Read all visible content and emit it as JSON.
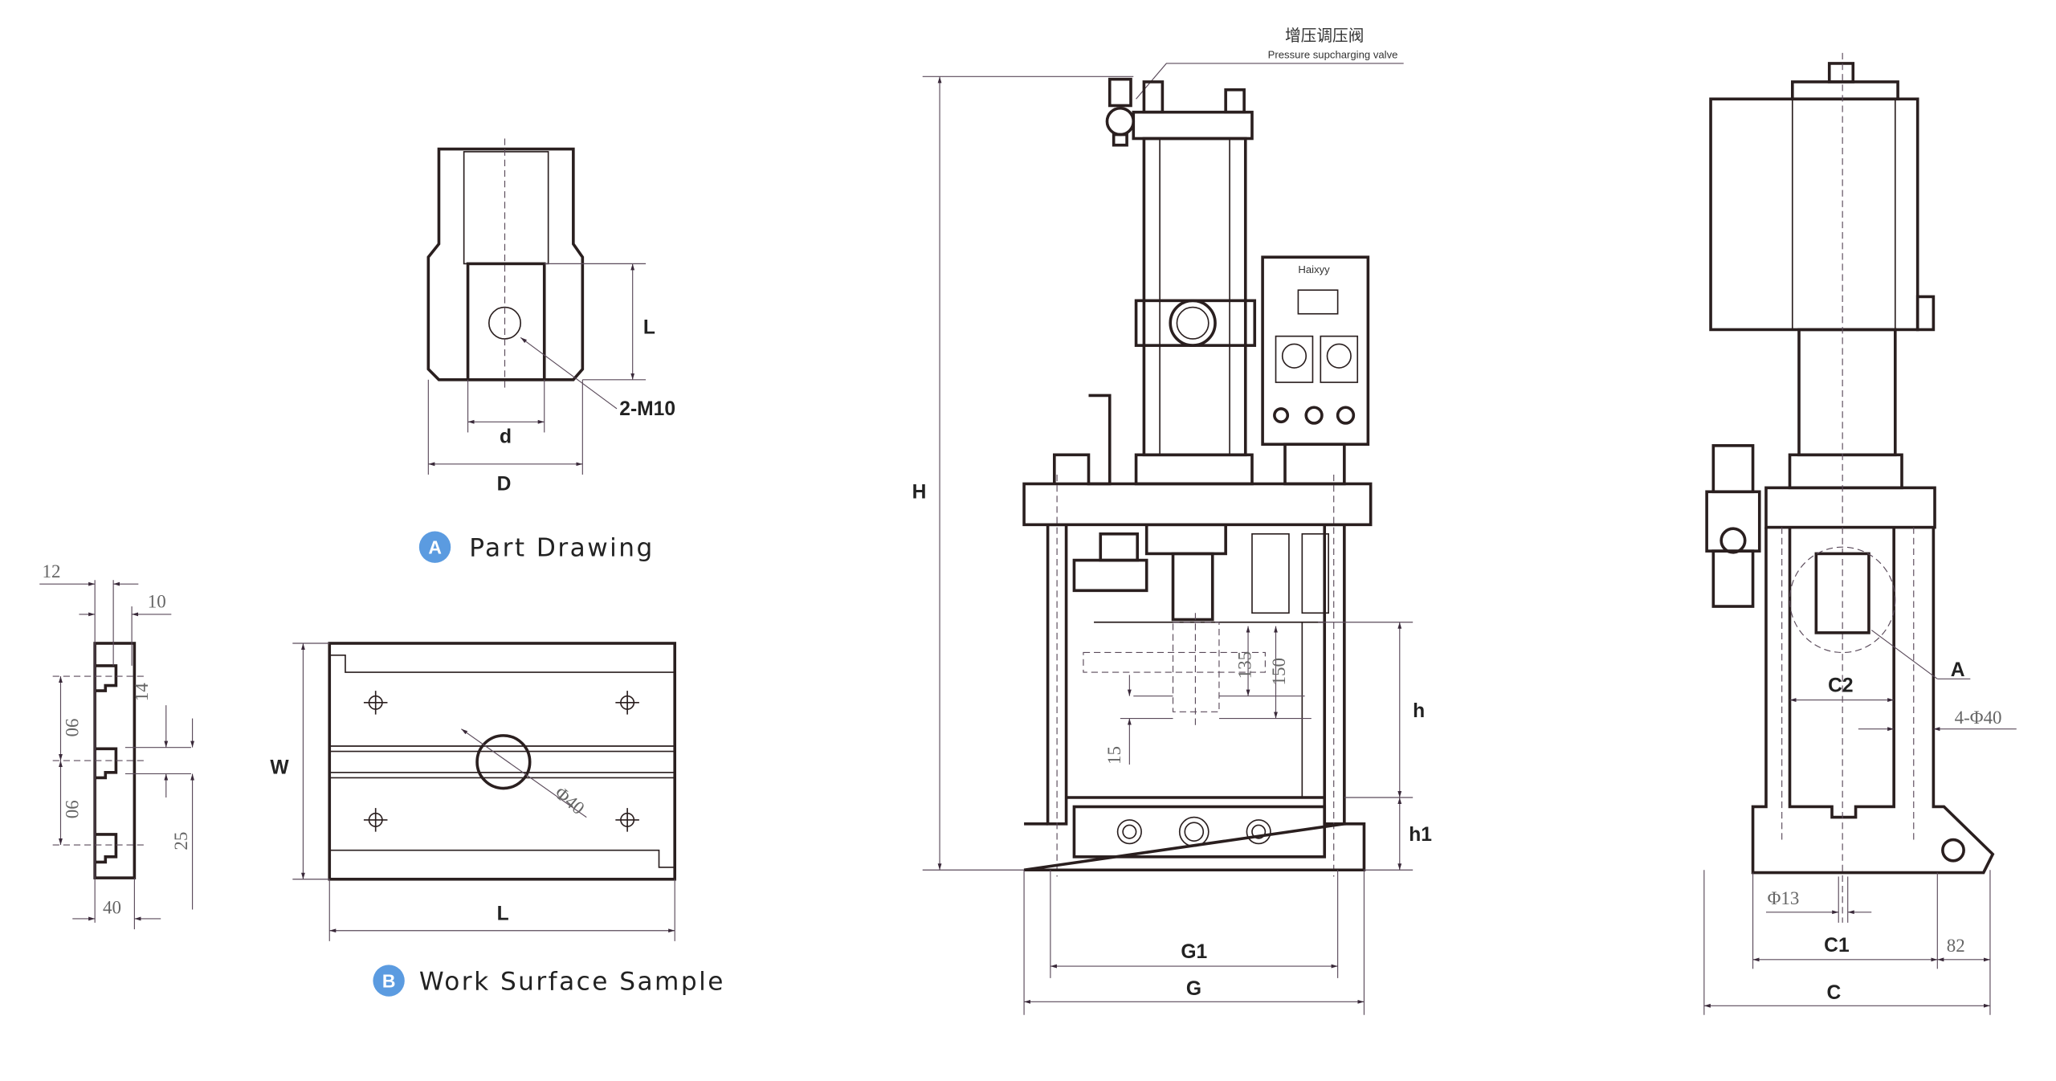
{
  "part_drawing": {
    "badge": "A",
    "caption": "Part Drawing",
    "labels": {
      "L": "L",
      "thread": "2-M10",
      "d": "d",
      "D": "D"
    }
  },
  "tslot_profile": {
    "dims": {
      "top1": "12",
      "top2": "10",
      "pitch1": "90",
      "pitch2": "90",
      "slot": "14",
      "offset": "25",
      "width": "40"
    }
  },
  "work_surface": {
    "badge": "B",
    "caption": "Work Surface Sample",
    "labels": {
      "W": "W",
      "L": "L",
      "hole": "Φ40"
    }
  },
  "front_view": {
    "valve_label_cn": "增压调压阀",
    "valve_label_en": "Pressure supcharging valve",
    "control_brand": "Haixyy",
    "labels": {
      "H": "H",
      "h": "h",
      "h1": "h1",
      "G1": "G1",
      "G": "G",
      "d135": "135",
      "d150": "150",
      "d15": "15"
    }
  },
  "side_view": {
    "labels": {
      "A": "A",
      "C2": "C2",
      "holes": "4-Φ40",
      "phi13": "Φ13",
      "C1": "C1",
      "d82": "82",
      "C": "C"
    }
  }
}
